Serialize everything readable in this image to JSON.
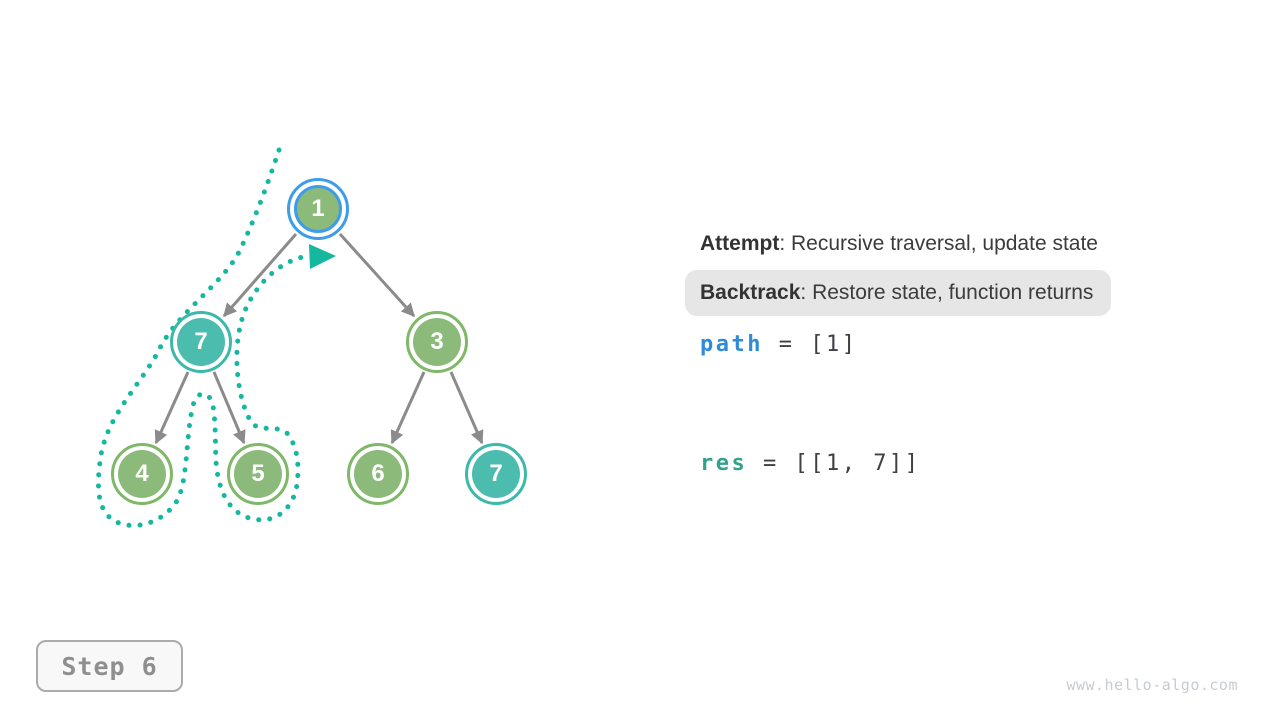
{
  "tree": {
    "nodes": [
      {
        "label": "1",
        "variant": "current"
      },
      {
        "label": "7",
        "variant": "teal"
      },
      {
        "label": "3",
        "variant": "green"
      },
      {
        "label": "4",
        "variant": "green"
      },
      {
        "label": "5",
        "variant": "green"
      },
      {
        "label": "6",
        "variant": "green"
      },
      {
        "label": "7",
        "variant": "teal"
      }
    ],
    "edges": [
      [
        0,
        1
      ],
      [
        0,
        2
      ],
      [
        1,
        3
      ],
      [
        1,
        4
      ],
      [
        2,
        5
      ],
      [
        2,
        6
      ]
    ],
    "current_node_index": 0,
    "backtrack_outline": {
      "around_node_indices": [
        1,
        3,
        4
      ],
      "arrow_points_to_index": 0
    }
  },
  "legend": {
    "attempt_label": "Attempt",
    "attempt_desc": ": Recursive traversal, update state",
    "backtrack_label": "Backtrack",
    "backtrack_desc": ": Restore state, function returns"
  },
  "state": {
    "path_keyword": "path",
    "path_rest": " = [1]",
    "res_keyword": "res",
    "res_rest": " = [[1, 7]]"
  },
  "footer": {
    "step_label": "Step 6",
    "watermark": "www.hello-algo.com"
  },
  "colors": {
    "node_green_fill": "#8CBA7B",
    "node_green_ring": "#7EB868",
    "node_teal_fill": "#4BBCAD",
    "node_teal_ring": "#3CB9A9",
    "current_node_ring_blue": "#3E9CE9",
    "backtrack_dots_teal": "#15B89F",
    "edge_gray": "#8B8B8B",
    "keyword_path_blue": "#2E8BD9",
    "keyword_res_teal": "#33A18B",
    "backtrack_pill_bg": "#E6E6E6"
  }
}
